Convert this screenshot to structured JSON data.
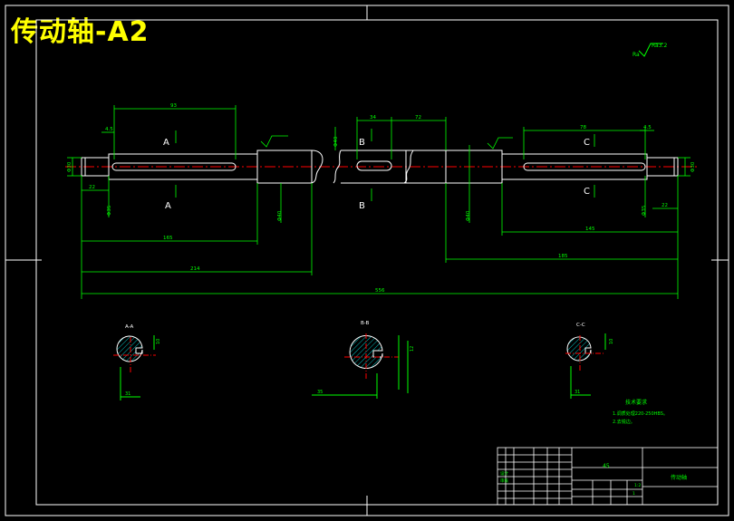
{
  "title": "传动轴-A2",
  "colors": {
    "background": "#000000",
    "frame": "#ffffff",
    "dimension": "#00ff00",
    "centerline": "#ff0000",
    "title": "#ffff00",
    "hatch": "#00bbbb"
  },
  "surface_mark": "Ra3.2",
  "dimensions": {
    "len_keyway_a": "93",
    "len_shoulder_left": "4.5",
    "len_key_b": "34",
    "len_to_b": "72",
    "len_keyway_c": "78",
    "len_shoulder_right": "4.5",
    "len_left_end": "22",
    "len_right_end": "22",
    "len_left_segment": "165",
    "len_left_total": "214",
    "len_right_segment": "145",
    "len_right_total": "185",
    "len_overall": "556",
    "dia_left_end": "Φ30",
    "dia_right_end": "Φ30",
    "dia_a": "Φ35",
    "dia_b": "Φ40",
    "dia_c": "Φ35"
  },
  "section_labels": {
    "a_top": "A",
    "a_bottom": "A",
    "b_top": "B",
    "b_bottom": "B",
    "c_top": "C",
    "c_bottom": "C",
    "sec_a": "A-A",
    "sec_b": "B-B",
    "sec_c": "C-C"
  },
  "section_dims": {
    "a_width": "10",
    "a_depth": "31",
    "b_width": "12",
    "b_depth": "35",
    "c_width": "10",
    "c_depth": "31"
  },
  "notes": {
    "heading": "技术要求",
    "line1": "1.调质处理220-250HBS。",
    "line2": "2.去锐边。"
  },
  "title_block": {
    "material": "45",
    "part_name": "传动轴",
    "scale": "1:2",
    "sheet": "1",
    "designer": "设计",
    "checker": "审核"
  }
}
